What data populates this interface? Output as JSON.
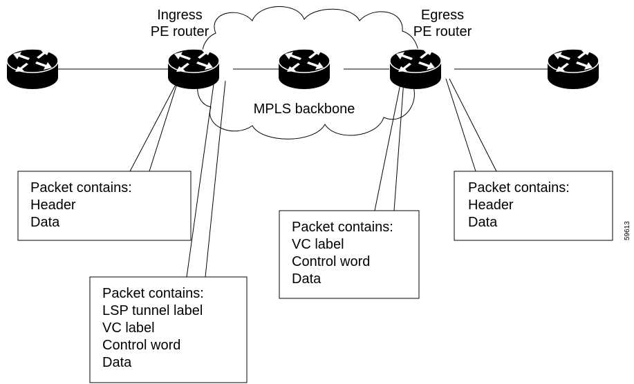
{
  "labels": {
    "ingress_line1": "Ingress",
    "ingress_line2": "PE router",
    "egress_line1": "Egress",
    "egress_line2": "PE router",
    "backbone": "MPLS backbone"
  },
  "boxes": {
    "ingress_customer": [
      "Packet contains:",
      "Header",
      "Data"
    ],
    "ingress_core": [
      "Packet contains:",
      "LSP tunnel label",
      "VC label",
      "Control word",
      "Data"
    ],
    "egress_core": [
      "Packet contains:",
      "VC label",
      "Control word",
      "Data"
    ],
    "egress_customer": [
      "Packet contains:",
      "Header",
      "Data"
    ]
  },
  "figure_id": "59613",
  "colors": {
    "router_fill": "#000000",
    "arrow_fill": "#ffffff",
    "line": "#000000",
    "background": "#ffffff"
  },
  "icons": [
    "router-icon",
    "cloud-shape"
  ]
}
